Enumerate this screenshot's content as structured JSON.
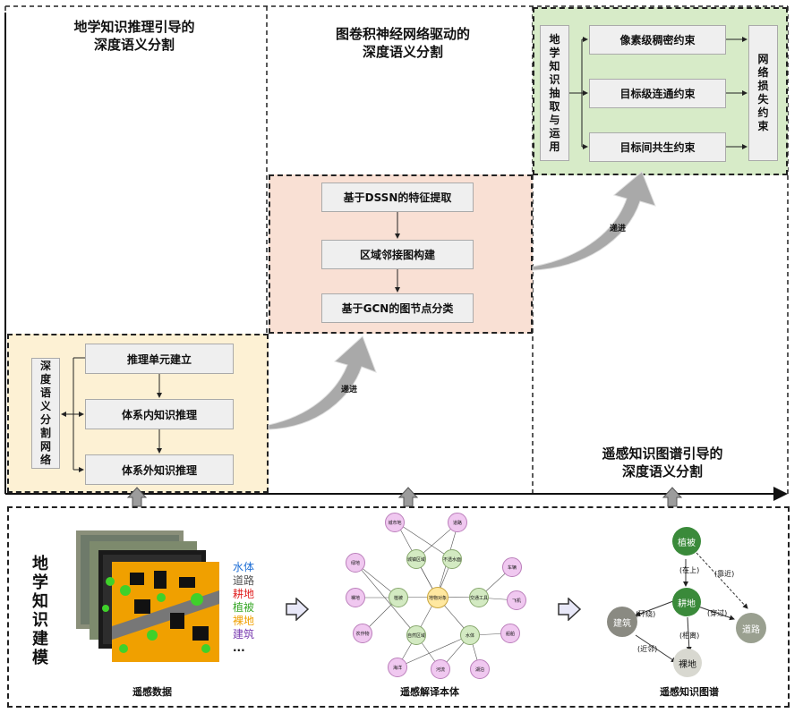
{
  "panel1": {
    "title_line1": "地学知识推理引导的",
    "title_line2": "深度语义分割",
    "network_label": "深度语义分割网络",
    "steps": [
      "推理单元建立",
      "体系内知识推理",
      "体系外知识推理"
    ]
  },
  "panel2": {
    "title_line1": "图卷积神经网络驱动的",
    "title_line2": "深度语义分割",
    "steps": [
      "基于DSSN的特征提取",
      "区域邻接图构建",
      "基于GCN的图节点分类"
    ]
  },
  "panel3": {
    "title_line1": "遥感知识图谱引导的",
    "title_line2": "深度语义分割",
    "left_label": "地学知识抽取与运用",
    "right_label": "网络损失约束",
    "constraints": [
      "像素级稠密约束",
      "目标级连通约束",
      "目标间共生约束"
    ]
  },
  "arrow_label": "递进",
  "modeling": {
    "label": "地学知识建模",
    "rs_data_caption": "遥感数据",
    "ontology_caption": "遥感解译本体",
    "kg_caption": "遥感知识图谱",
    "legend": [
      {
        "text": "水体",
        "color": "#1f6fd6"
      },
      {
        "text": "道路",
        "color": "#555555"
      },
      {
        "text": "耕地",
        "color": "#e02020"
      },
      {
        "text": "植被",
        "color": "#3aa82a"
      },
      {
        "text": "裸地",
        "color": "#f0a000"
      },
      {
        "text": "建筑",
        "color": "#7a3db0"
      },
      {
        "text": "...",
        "color": "#111111"
      }
    ],
    "ontology_nodes": [
      "城市地",
      "道路",
      "城镇区域",
      "不透水面",
      "绿地",
      "植被",
      "地物对象",
      "交通工具",
      "车辆",
      "裸地",
      "飞机",
      "自然区域",
      "水体",
      "船舶",
      "农作物",
      "湖泊",
      "河流",
      "海洋"
    ],
    "kg_nodes": [
      "植被",
      "耕地",
      "建筑",
      "道路",
      "裸地"
    ],
    "kg_relations": [
      "在上",
      "靠近",
      "环绕",
      "穿过",
      "相离",
      "近邻"
    ]
  }
}
